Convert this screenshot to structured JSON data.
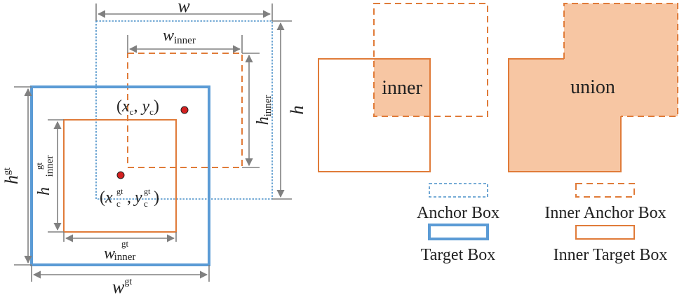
{
  "left_diagram": {
    "labels": {
      "w": "w",
      "w_inner_main": "w",
      "w_inner_sub": "inner",
      "h": "h",
      "h_inner_main": "h",
      "h_inner_sub": "inner",
      "h_gt_main": "h",
      "h_gt_sup": "gt",
      "h_inner_gt_main": "h",
      "h_inner_gt_sup": "gt",
      "h_inner_gt_sub": "inner",
      "w_gt_main": "w",
      "w_gt_sup": "gt",
      "w_inner_gt_main": "w",
      "w_inner_gt_sup": "gt",
      "w_inner_gt_sub": "inner",
      "anchor_center": "(xc, yc)",
      "target_center": "(xc gt, yc gt)"
    }
  },
  "middle_diagram": {
    "overlap_label": "inner"
  },
  "right_diagram": {
    "union_label": "union"
  },
  "legend": {
    "anchor_box": "Anchor Box",
    "target_box": "Target Box",
    "inner_anchor_box": "Inner Anchor Box",
    "inner_target_box": "Inner Target Box"
  },
  "colors": {
    "anchor_blue": "#4a90c8",
    "target_blue": "#5b9bd5",
    "inner_orange": "#e07b39",
    "fill_peach": "#f7c6a3",
    "arrow_gray": "#808080",
    "center_red": "#d42020"
  }
}
